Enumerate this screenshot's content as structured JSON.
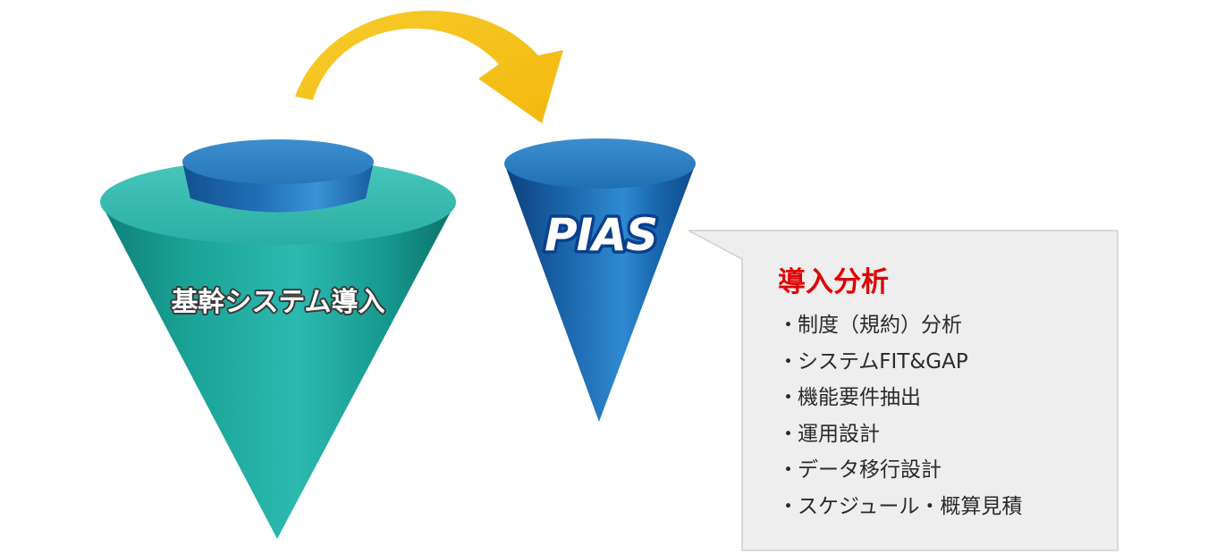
{
  "diagram": {
    "left_cone_label": "基幹システム導入",
    "right_cone_label": "PIAS",
    "callout": {
      "title": "導入分析",
      "bullet": "・",
      "items": [
        "制度（規約）分析",
        "システムFIT&GAP",
        "機能要件抽出",
        "運用設計",
        "データ移行設計",
        "スケジュール・概算見積"
      ]
    }
  },
  "colors": {
    "teal_cone": "#1fa69a",
    "blue_cone": "#1e72b5",
    "arrow": "#f5c21a",
    "callout_title": "#e00000",
    "callout_bg": "#efefef"
  }
}
